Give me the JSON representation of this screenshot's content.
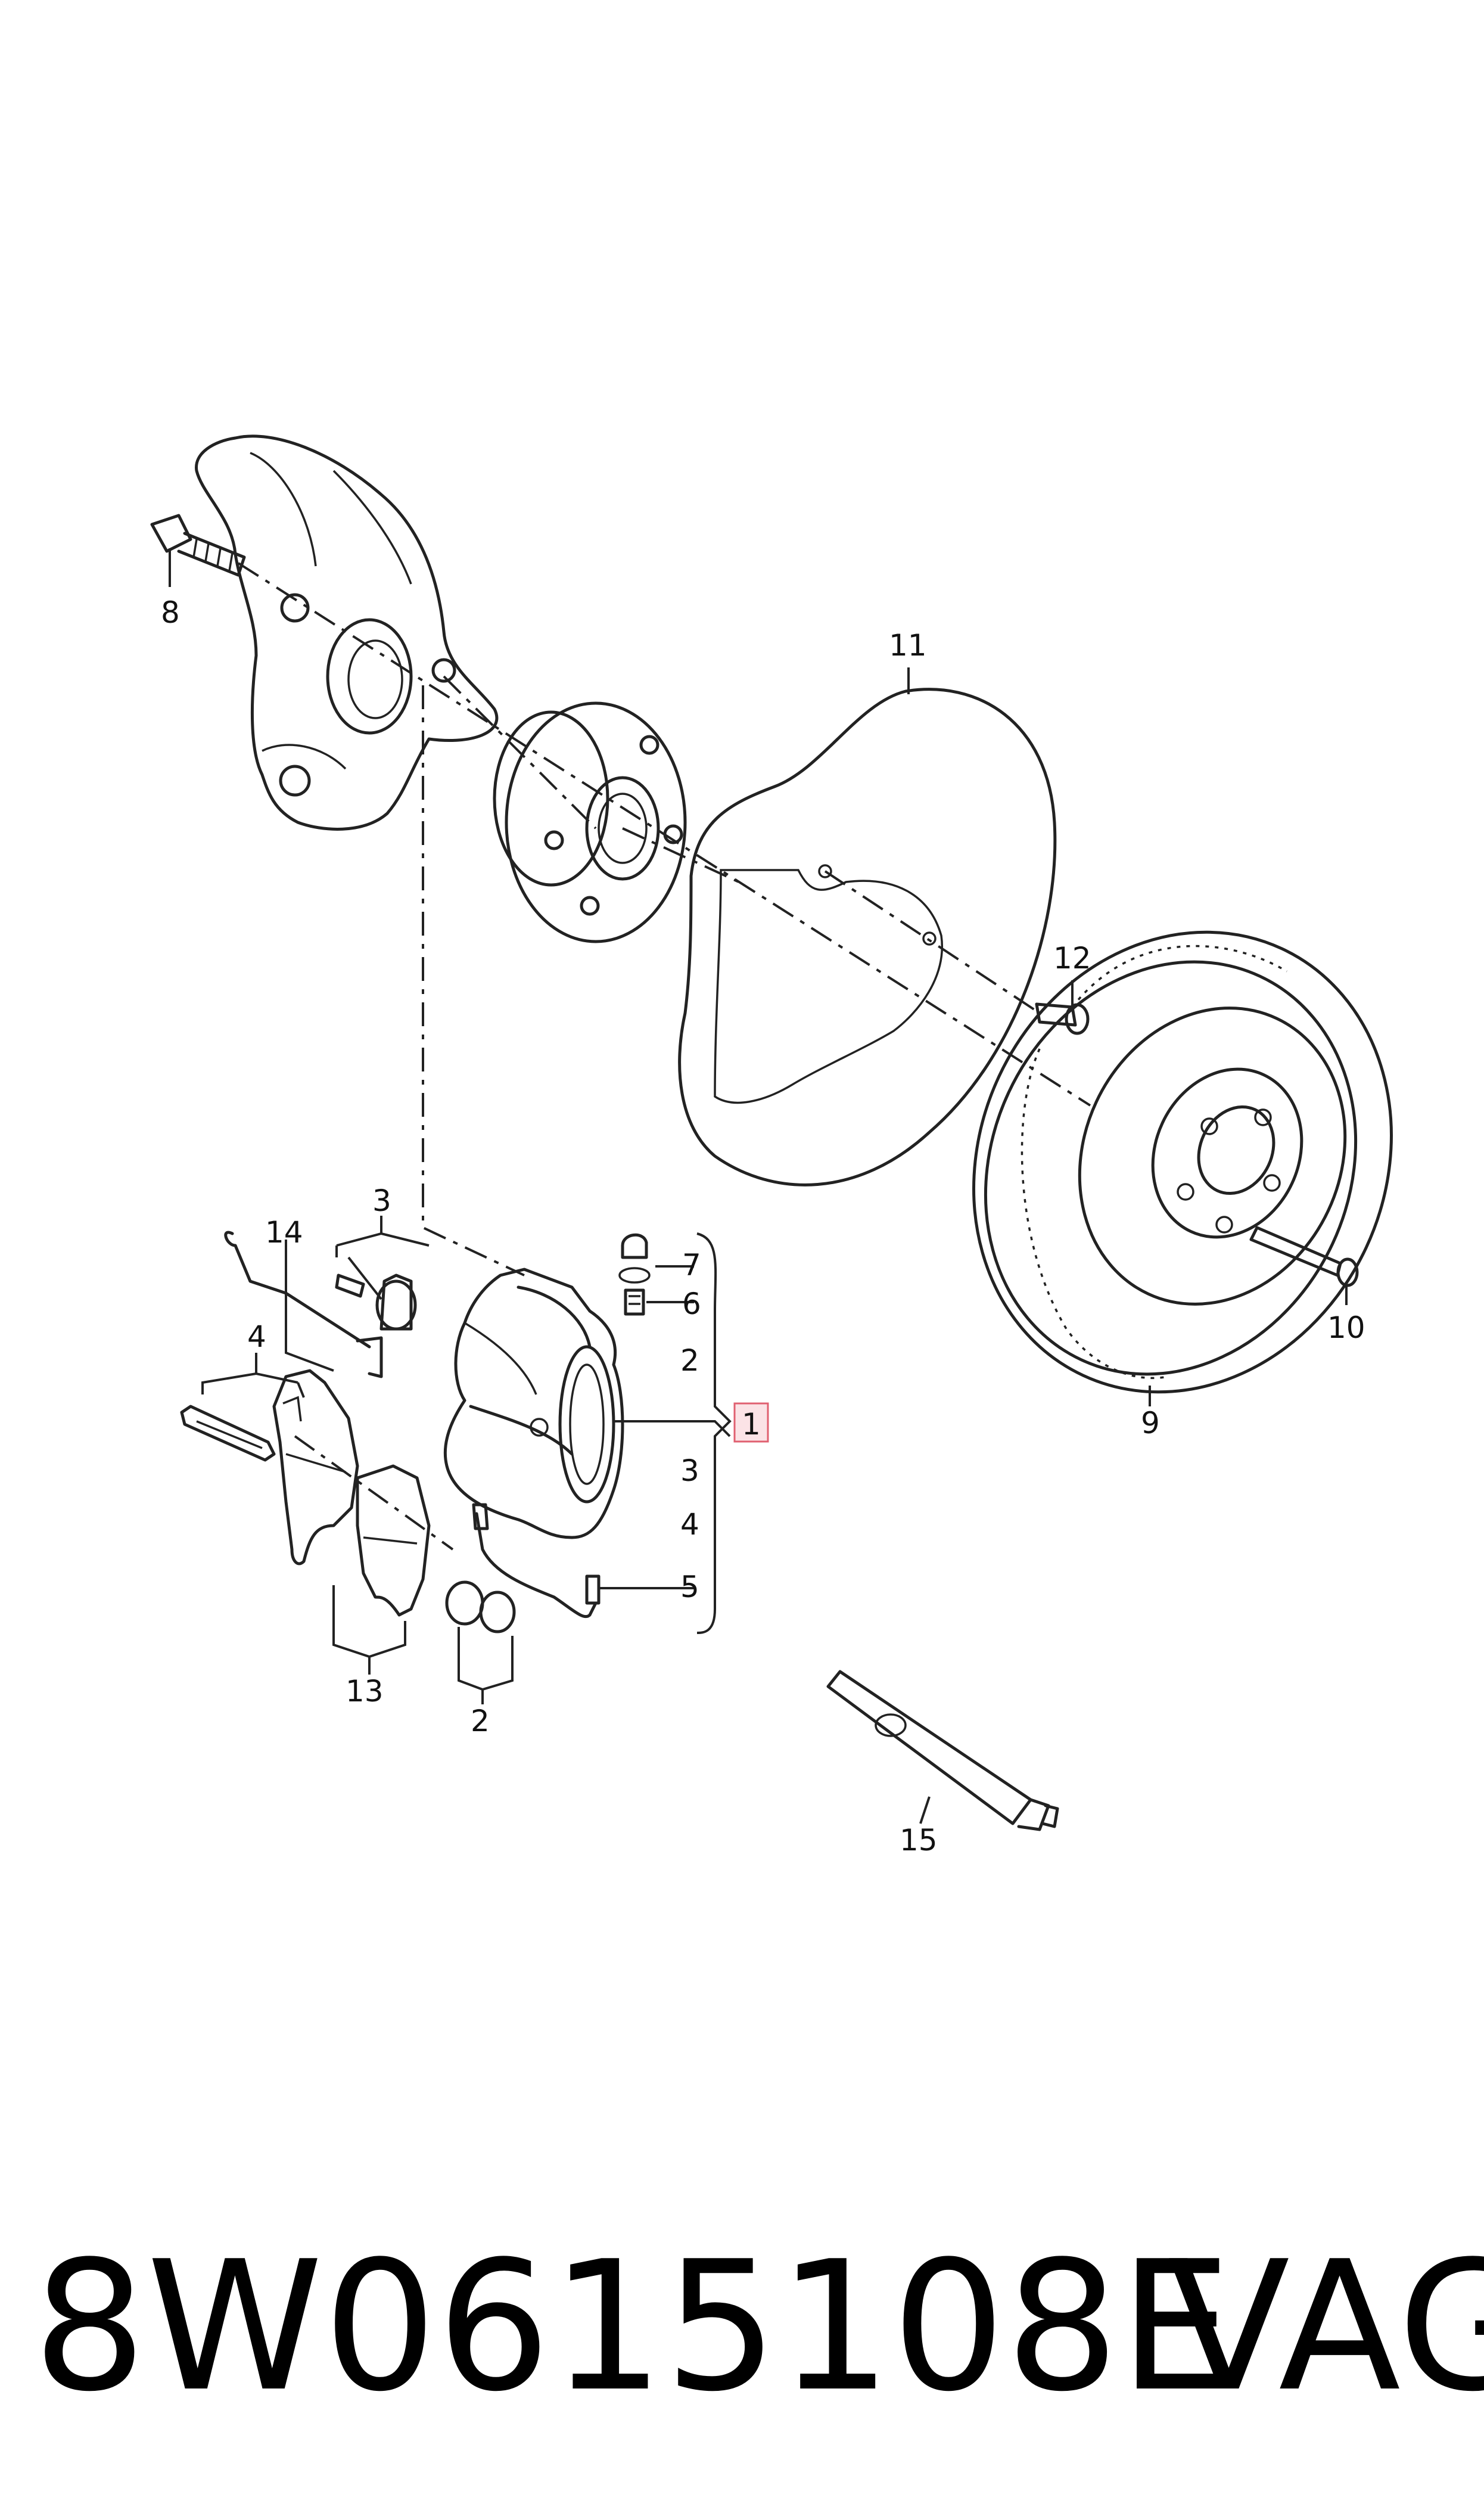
{
  "callouts": {
    "c1": "1",
    "c2": "2",
    "c2b": "2",
    "c3": "3",
    "c3b": "3",
    "c4": "4",
    "c4b": "4",
    "c5": "5",
    "c6": "6",
    "c7": "7",
    "c8": "8",
    "c9": "9",
    "c10": "10",
    "c11": "11",
    "c12": "12",
    "c13": "13",
    "c14": "14",
    "c15": "15"
  },
  "footer": {
    "part_number": "8W0615108E",
    "brand": "VAG"
  },
  "colors": {
    "line": "#222222",
    "highlight_border": "#e06070",
    "highlight_fill": "#fbe3e6"
  }
}
